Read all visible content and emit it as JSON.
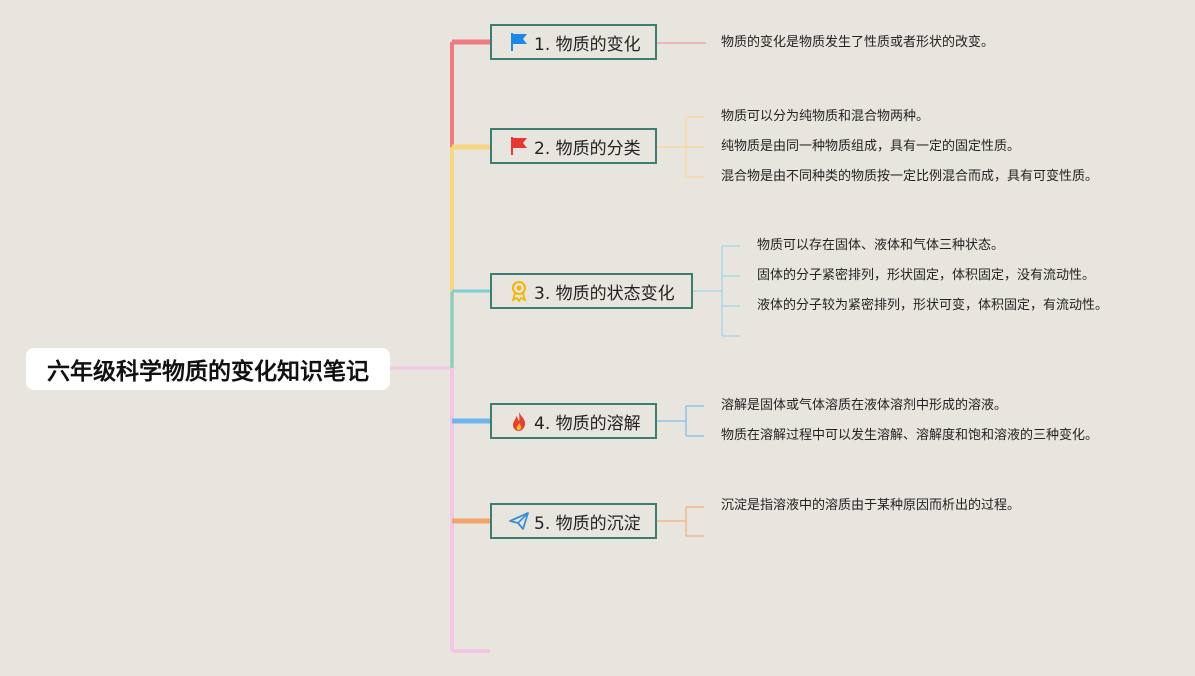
{
  "root": {
    "title": "六年级科学物质的变化知识笔记"
  },
  "branches": [
    {
      "label": "1. 物质的变化",
      "icon": "blue-flag-icon",
      "color": "#ef7a80",
      "items": [
        "物质的变化是物质发生了性质或者形状的改变。"
      ]
    },
    {
      "label": "2. 物质的分类",
      "icon": "red-flag-icon",
      "color": "#f8d57e",
      "items": [
        "物质可以分为纯物质和混合物两种。",
        "纯物质是由同一种物质组成，具有一定的固定性质。",
        "混合物是由不同种类的物质按一定比例混合而成，具有可变性质。"
      ]
    },
    {
      "label": "3. 物质的状态变化",
      "icon": "award-icon",
      "color": "#7ecfd6",
      "items": [
        "物质可以存在固体、液体和气体三种状态。",
        "固体的分子紧密排列，形状固定，体积固定，没有流动性。",
        "液体的分子较为紧密排列，形状可变，体积固定，有流动性。",
        ""
      ]
    },
    {
      "label": "4. 物质的溶解",
      "icon": "fire-icon",
      "color": "#6fb4ea",
      "items": [
        "溶解是固体或气体溶质在液体溶剂中形成的溶液。",
        "物质在溶解过程中可以发生溶解、溶解度和饱和溶液的三种变化。"
      ]
    },
    {
      "label": "5. 物质的沉淀",
      "icon": "paper-plane-icon",
      "color": "#f0a46a",
      "items": [
        "沉淀是指溶液中的溶质由于某种原因而析出的过程。",
        ""
      ]
    },
    {
      "label": "",
      "icon": "",
      "color": "#f3c6e3",
      "items": []
    }
  ]
}
